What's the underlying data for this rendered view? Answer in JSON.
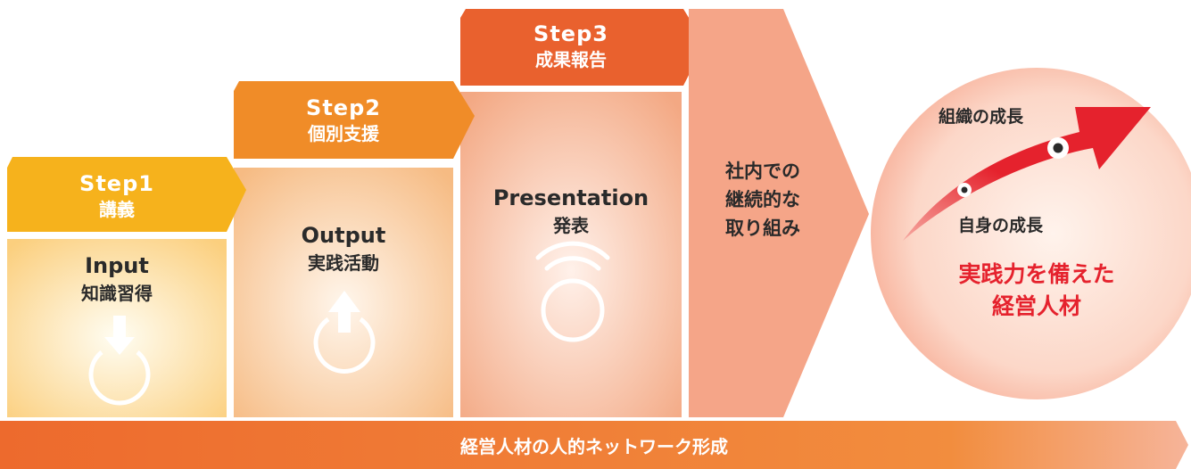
{
  "steps": [
    {
      "step": "Step1",
      "title": "講義",
      "en": "Input",
      "jp": "知識習得",
      "icon": "down-arrow-into-circle-icon"
    },
    {
      "step": "Step2",
      "title": "個別支援",
      "en": "Output",
      "jp": "実践活動",
      "icon": "up-arrow-out-of-circle-icon"
    },
    {
      "step": "Step3",
      "title": "成果報告",
      "en": "Presentation",
      "jp": "発表",
      "icon": "broadcast-waves-icon"
    }
  ],
  "continuation": {
    "lines": [
      "社内での",
      "継続的な",
      "取り組み"
    ]
  },
  "result": {
    "org_growth": "組織の成長",
    "self_growth": "自身の成長",
    "headline_lines": [
      "実践力を備えた",
      "経営人材"
    ]
  },
  "bottom_bar": {
    "label": "経営人材の人的ネットワーク形成"
  },
  "colors": {
    "step1": "#f6b21c",
    "step2": "#f08c28",
    "step3": "#e9612e",
    "continuation": "#f5a588",
    "growth_arrow": "#e5222d",
    "bottom_bar": "#ef7d31"
  }
}
